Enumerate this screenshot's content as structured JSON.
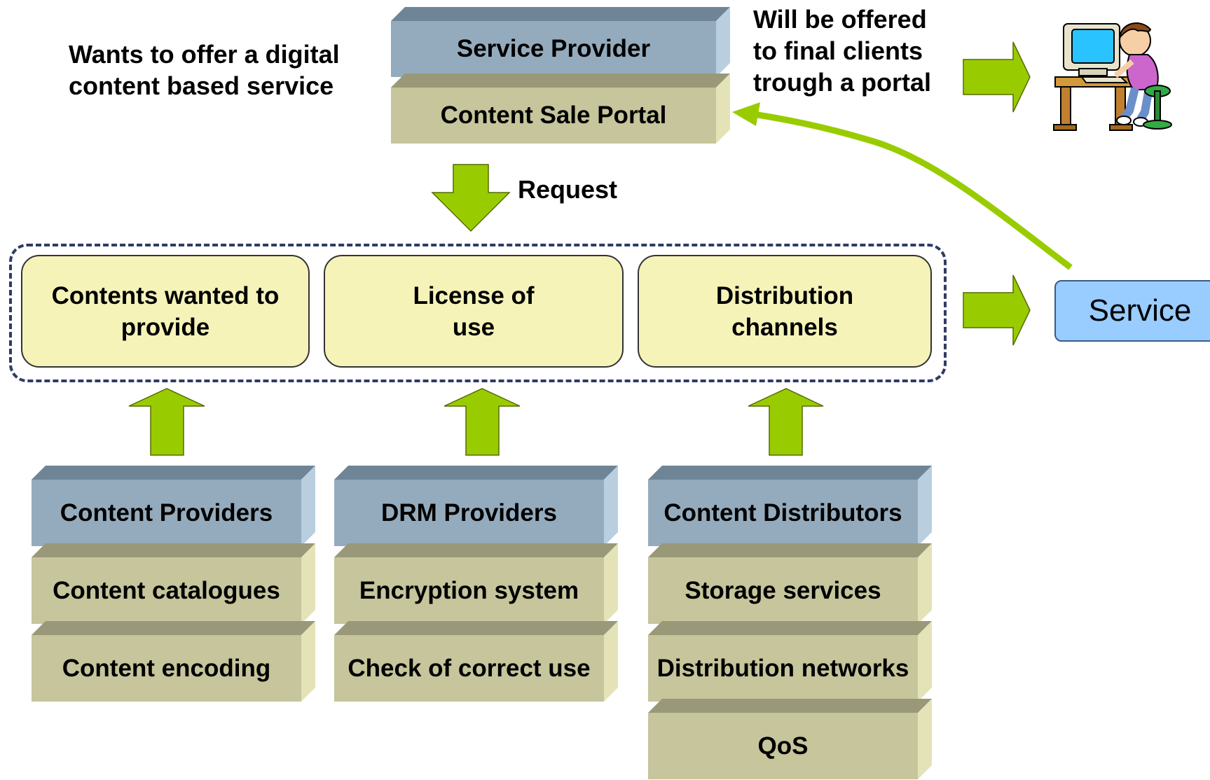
{
  "notes": {
    "left_line1": "Wants to offer  a digital",
    "left_line2": "content based service",
    "right_line1": "Will be offered",
    "right_line2": "to final clients",
    "right_line3": "trough a portal",
    "request": "Request"
  },
  "service_provider": {
    "title": "Service Provider",
    "portal": "Content Sale Portal"
  },
  "requirements": [
    {
      "line1": "Contents wanted to",
      "line2": "provide"
    },
    {
      "line1": "License of",
      "line2": "use"
    },
    {
      "line1": "Distribution",
      "line2": "channels"
    }
  ],
  "service": "Service",
  "providers": {
    "content": {
      "title": "Content Providers",
      "items": [
        "Content catalogues",
        "Content encoding"
      ]
    },
    "drm": {
      "title": "DRM Providers",
      "items": [
        "Encryption system",
        "Check of correct use"
      ]
    },
    "distributors": {
      "title": "Content Distributors",
      "items": [
        "Storage services",
        "Distribution networks",
        "QoS"
      ]
    }
  },
  "colors": {
    "arrow_green": "#99cc00",
    "block_blue": "#94abbd",
    "block_olive": "#c6c59b",
    "requirement_yellow": "#f5f3b8",
    "service_blue": "#99ccff"
  },
  "icons": [
    "child-at-computer-icon"
  ]
}
